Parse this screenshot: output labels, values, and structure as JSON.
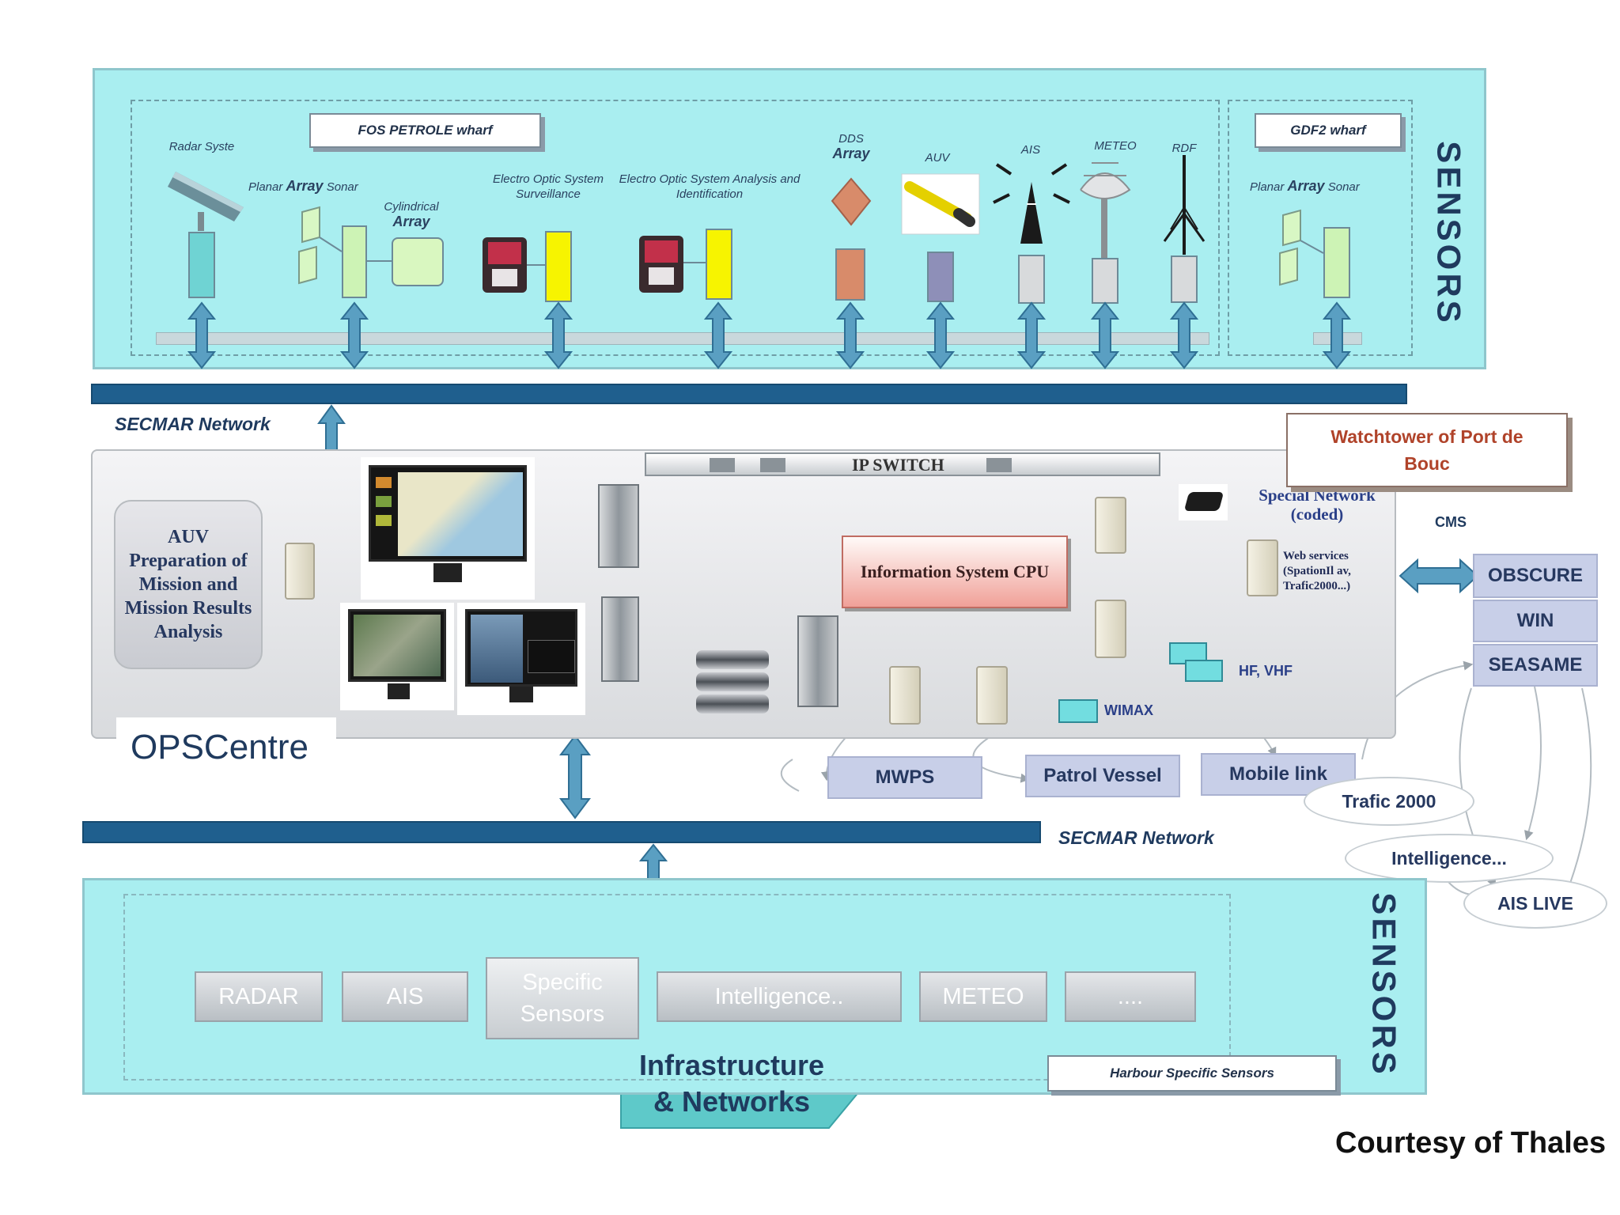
{
  "top_sensors": {
    "side_label": "SENSORS",
    "fos_wharf": "FOS PETROLE wharf",
    "gdf_wharf": "GDF2 wharf",
    "radar": "Radar Syste",
    "planar_1a": "Planar",
    "planar_1b": "Array",
    "planar_1c": "Sonar",
    "cylindrical_a": "Cylindrical",
    "cylindrical_b": "Array",
    "eos_surv": "Electro Optic System Surveillance",
    "eos_analysis": "Electro Optic System Analysis and Identification",
    "dds_a": "DDS",
    "dds_b": "Array",
    "auv": "AUV",
    "ais": "AIS",
    "meteo": "METEO",
    "rdf": "RDF",
    "planar_2a": "Planar",
    "planar_2b": "Array",
    "planar_2c": "Sonar"
  },
  "network_top": "SECMAR Network",
  "network_bottom": "SECMAR Network",
  "ops": {
    "title": "OPSCentre",
    "auv_box": "AUV Preparation of Mission and Mission Results Analysis",
    "ip_switch": "IP SWITCH",
    "info_system": "Information System CPU",
    "special_network": "Special Network (coded)",
    "web_services": "Web services (SpationIl av, Trafic2000...)",
    "hf_vhf": "HF, VHF",
    "wimax": "WIMAX"
  },
  "watchtower": "Watchtower of Port de Bouc",
  "cms": "CMS",
  "cms_items": [
    "OBSCURE",
    "WIN",
    "SEASAME"
  ],
  "links": [
    "MWPS",
    "Patrol Vessel",
    "Mobile link"
  ],
  "ovals": [
    "Trafic 2000",
    "Intelligence...",
    "AIS LIVE"
  ],
  "bottom_sensors": {
    "side_label": "SENSORS",
    "items": [
      "RADAR",
      "AIS",
      "Specific Sensors",
      "Intelligence..",
      "METEO",
      "...."
    ],
    "harbour": "Harbour Specific Sensors"
  },
  "infra": "Infrastructure & Networks",
  "courtesy": "Courtesy of Thales",
  "colors": {
    "panel": "#a9eef0",
    "bus": "#1f5f8e",
    "arrow": "#5a9fc2",
    "info_red": "#f0a098",
    "lavender": "#c8cfe8"
  }
}
